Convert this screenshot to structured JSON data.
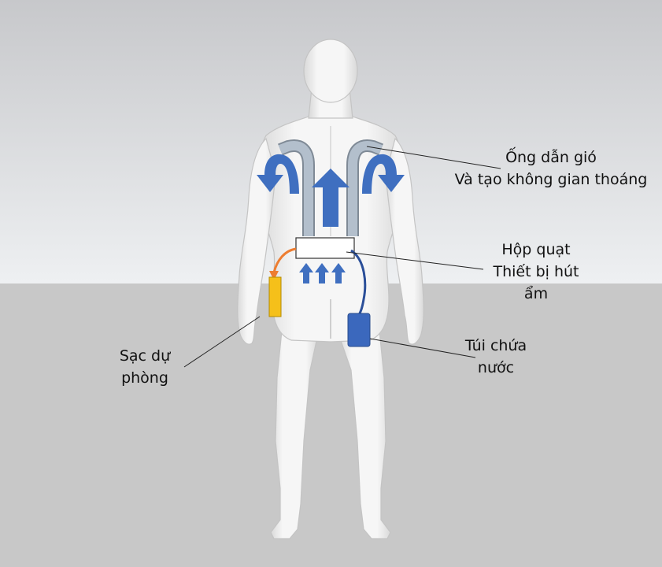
{
  "labels": {
    "duct": {
      "line1": "Ống dẫn gió",
      "line2": "Và tạo không gian thoáng"
    },
    "fan_box": {
      "line1": "Hộp quạt",
      "line2": "Thiết bị hút",
      "line3": "ẩm"
    },
    "water_bag": {
      "line1": "Túi chứa",
      "line2": "nước"
    },
    "power_bank": {
      "line1": "Sạc dự",
      "line2": "phòng"
    }
  },
  "colors": {
    "sky_top": "#c9c9cc",
    "sky_bottom": "#eef0f2",
    "ground": "#c8c8c8",
    "body": "#f1f1f1",
    "body_shade": "#cfcfcf",
    "duct": "#a9b6c4",
    "arrow_blue": "#3f6fc0",
    "fan_box": "#ffffff",
    "water_bag": "#3b68bd",
    "hose": "#2b4f99",
    "power_bank": "#f5c01a",
    "power_cable": "#ed7d31",
    "leader_line": "#222222"
  }
}
